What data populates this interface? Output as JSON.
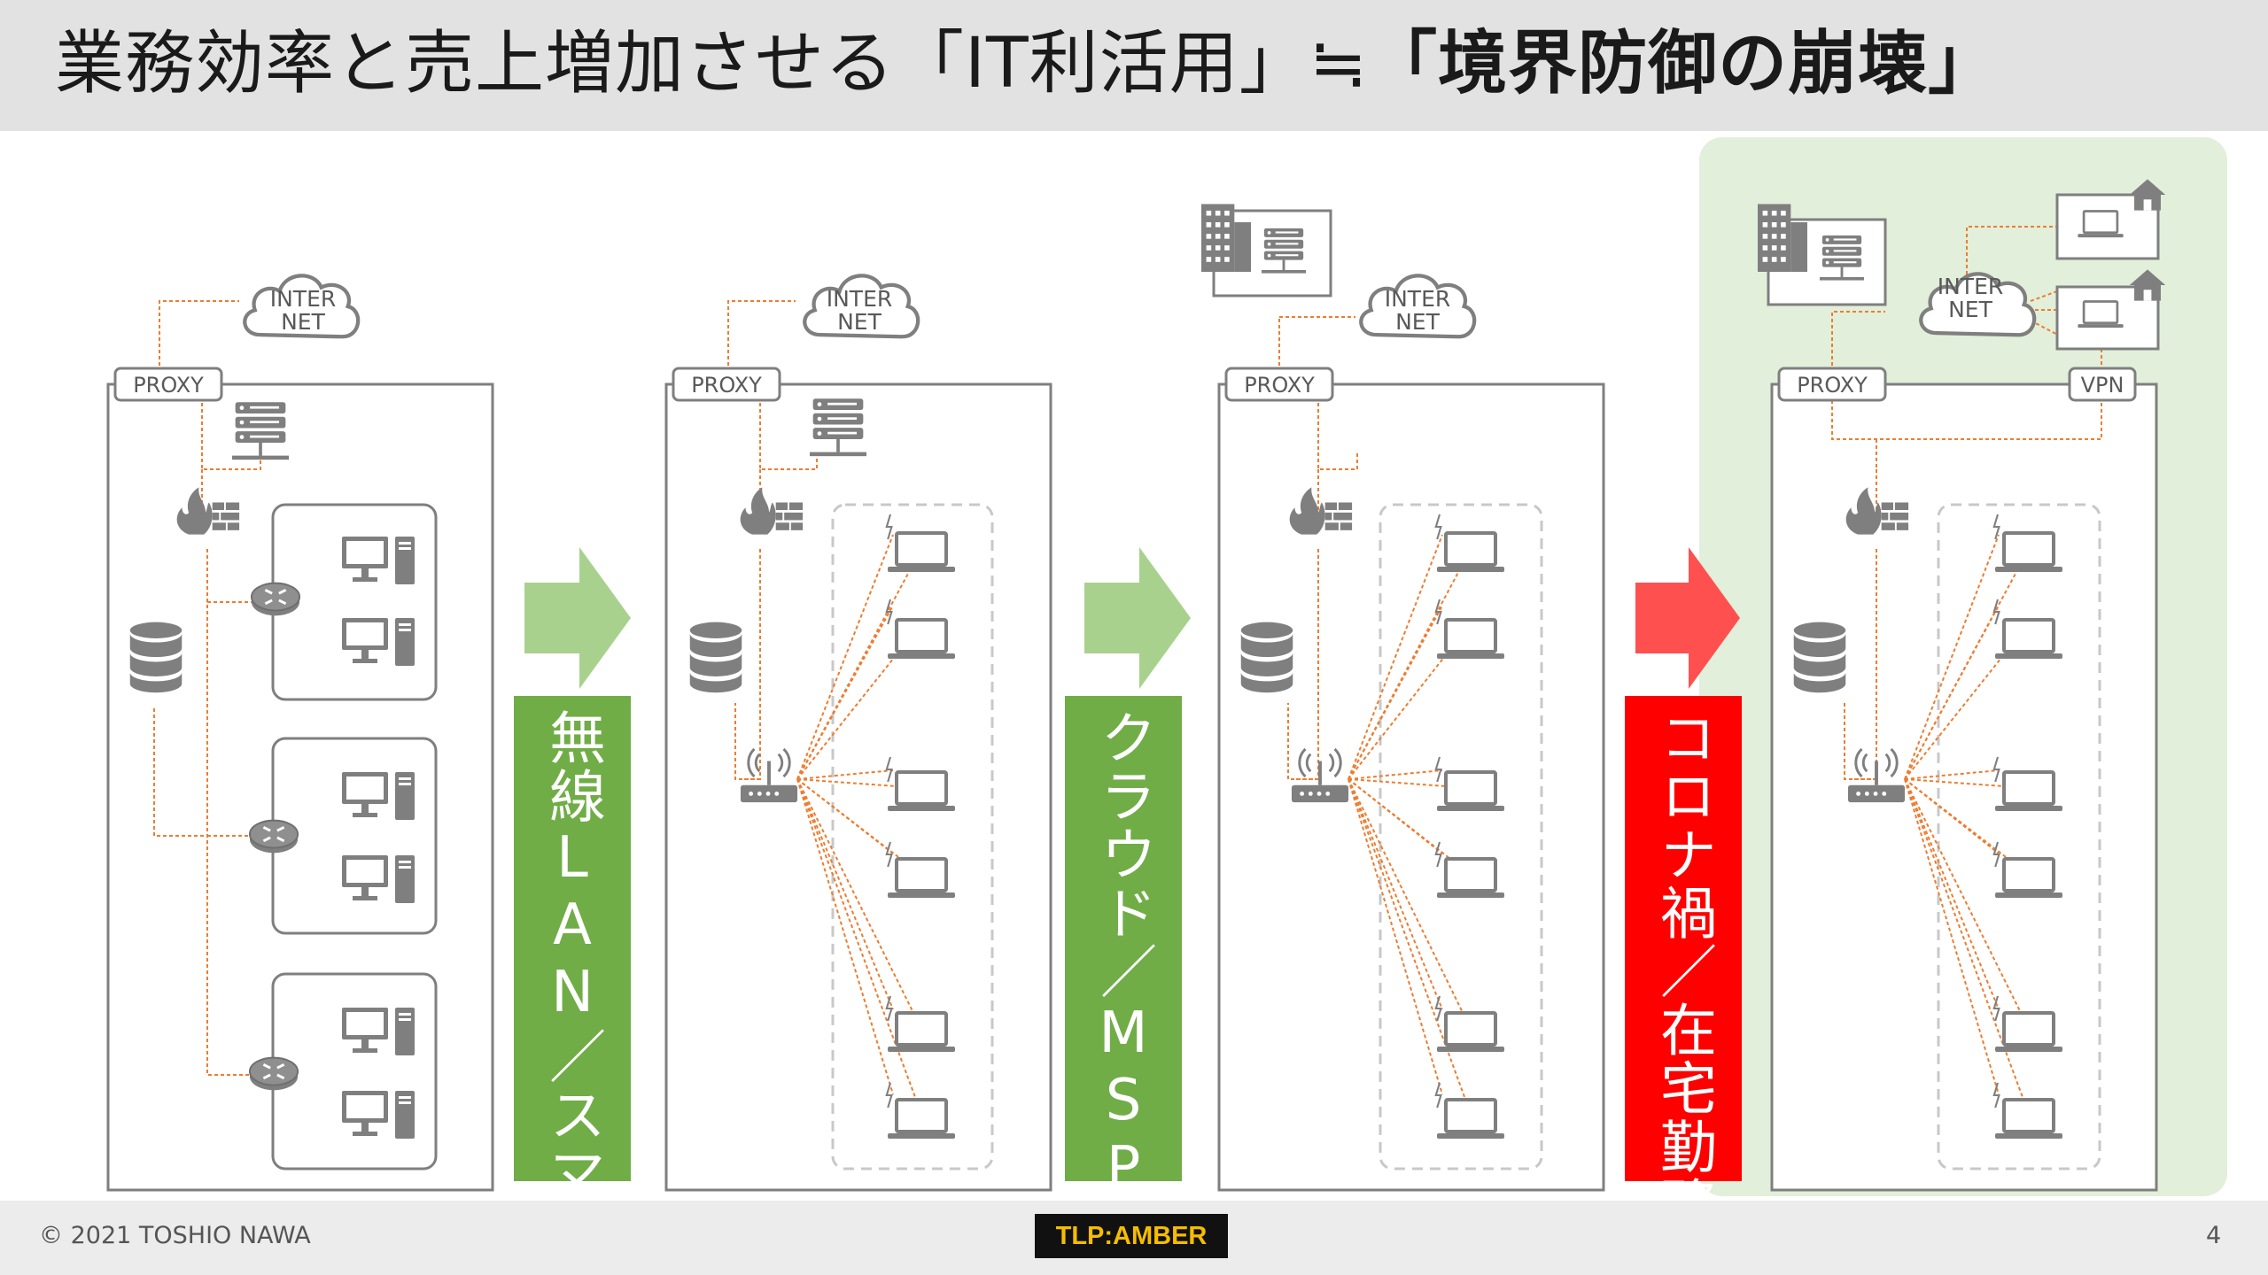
{
  "title": {
    "prefix": "業務効率と売上増加させる「IT利活用」≒",
    "emphasis": "「境界防御の崩壊」"
  },
  "labels": {
    "internet_line1": "INTER",
    "internet_line2": "NET",
    "proxy": "PROXY",
    "vpn": "VPN"
  },
  "transitions": [
    {
      "label": "無線LAN／スマホ",
      "color": "#70ad47"
    },
    {
      "label": "クラウド／MSP",
      "color": "#70ad47"
    },
    {
      "label": "コロナ禍／在宅勤務",
      "color": "#ff0000"
    }
  ],
  "colors": {
    "connection_line": "#ed7d31",
    "icon_gray": "#7f7f7f",
    "frame_gray": "#7f7f7f",
    "highlight_bg": "#e2efda",
    "green_arrow": "#a9d18e",
    "red_arrow": "#ff5050"
  },
  "footer": {
    "copyright": "© 2021 TOSHIO NAWA",
    "tlp": "TLP:AMBER",
    "page": "4"
  }
}
